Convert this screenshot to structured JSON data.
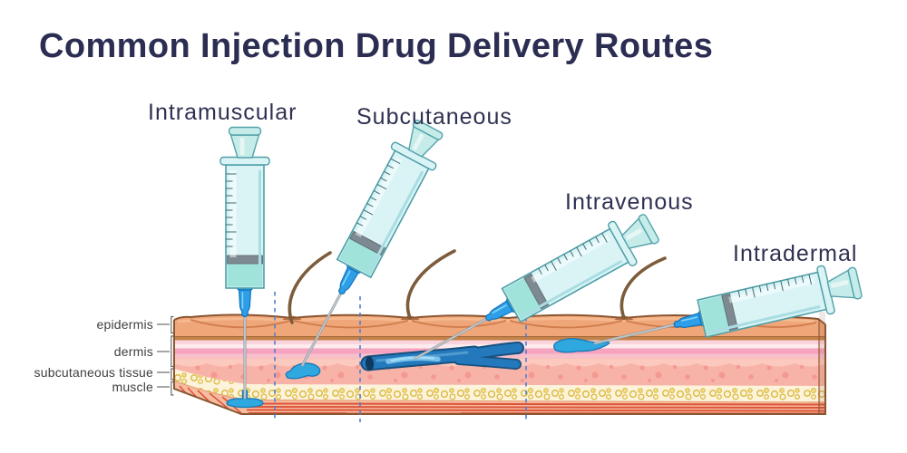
{
  "title": "Common Injection Drug Delivery Routes",
  "routes": [
    {
      "id": "intramuscular",
      "label": "Intramuscular"
    },
    {
      "id": "subcutaneous",
      "label": "Subcutaneous"
    },
    {
      "id": "intravenous",
      "label": "Intravenous"
    },
    {
      "id": "intradermal",
      "label": "Intradermal"
    }
  ],
  "skin_layers": [
    {
      "id": "epidermis",
      "label": "epidermis"
    },
    {
      "id": "dermis",
      "label": "dermis"
    },
    {
      "id": "subcutaneous-tissue",
      "label": "subcutaneous tissue"
    },
    {
      "id": "muscle",
      "label": "muscle"
    }
  ],
  "colors": {
    "background": "#ffffff",
    "title_text": "#2b2d52",
    "route_label_text": "#2f3152",
    "layer_label_text": "#404040",
    "epidermis_orange": "#efa679",
    "epidermis_seam": "#d07c4d",
    "basal_brown": "#c58248",
    "dermis_pink_stripe": "#f5a3bf",
    "dermis_salmon": "#f8b3a9",
    "fat_band_cream": "#fcf3da",
    "fat_cell_yellow": "#d9b83c",
    "muscle_red": "#dd5538",
    "vein_blue": "#2478bc",
    "drug_splash_blue": "#2fa8e0",
    "syringe_barrel_teal": "#daf4f6",
    "syringe_liquid_teal": "#9fe3da",
    "needle_hub_blue": "#2d9ee8",
    "hair_brown": "#7d5c3b",
    "divider_dashed_blue": "#4d7fd6"
  }
}
